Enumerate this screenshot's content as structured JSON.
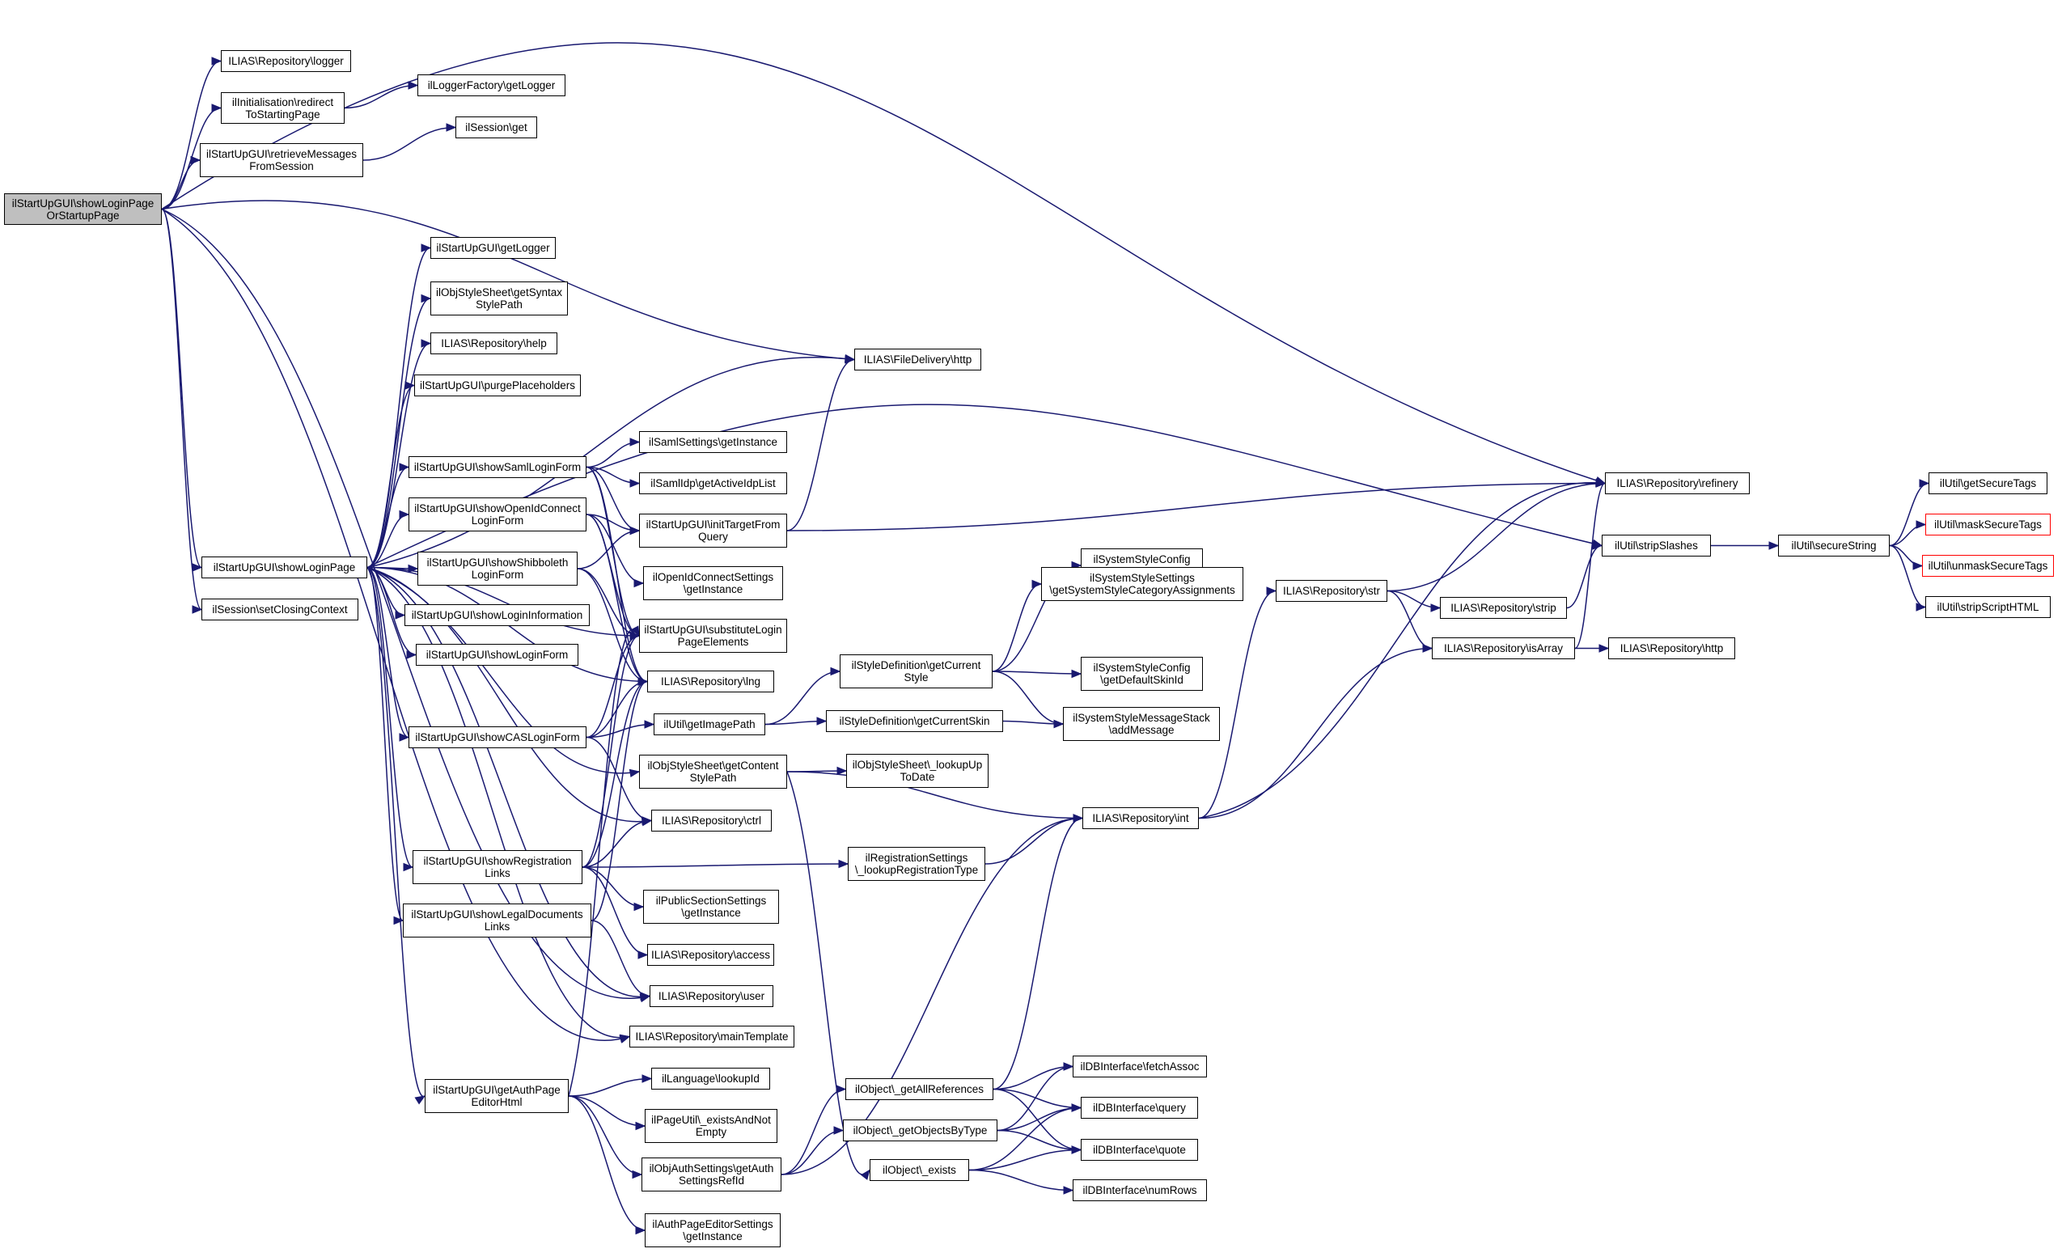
{
  "graph": {
    "kind": "call-graph",
    "colors": {
      "edge": "#191970",
      "root_fill": "#bfbfbf",
      "node_border": "#000000",
      "truncated_border": "#ff0000"
    },
    "nodes": [
      {
        "id": "root",
        "label": "ilStartUpGUI\\showLoginPage\nOrStartupPage",
        "role": "root"
      },
      {
        "id": "repoLogger",
        "label": "ILIAS\\Repository\\logger"
      },
      {
        "id": "redirect",
        "label": "ilInitialisation\\redirect\nToStartingPage"
      },
      {
        "id": "loggerFactory",
        "label": "ilLoggerFactory\\getLogger"
      },
      {
        "id": "retrieve",
        "label": "ilStartUpGUI\\retrieveMessages\nFromSession"
      },
      {
        "id": "sessionGet",
        "label": "ilSession\\get"
      },
      {
        "id": "getLogger",
        "label": "ilStartUpGUI\\getLogger"
      },
      {
        "id": "syntax",
        "label": "ilObjStyleSheet\\getSyntax\nStylePath"
      },
      {
        "id": "help",
        "label": "ILIAS\\Repository\\help"
      },
      {
        "id": "purge",
        "label": "ilStartUpGUI\\purgePlaceholders"
      },
      {
        "id": "fdHttp",
        "label": "ILIAS\\FileDelivery\\http"
      },
      {
        "id": "saml",
        "label": "ilStartUpGUI\\showSamlLoginForm"
      },
      {
        "id": "samlSettings",
        "label": "ilSamlSettings\\getInstance"
      },
      {
        "id": "samlIdp",
        "label": "ilSamlIdp\\getActiveIdpList"
      },
      {
        "id": "oidc",
        "label": "ilStartUpGUI\\showOpenIdConnect\nLoginForm"
      },
      {
        "id": "initTarget",
        "label": "ilStartUpGUI\\initTargetFrom\nQuery"
      },
      {
        "id": "showLogin",
        "label": "ilStartUpGUI\\showLoginPage"
      },
      {
        "id": "shib",
        "label": "ilStartUpGUI\\showShibboleth\nLoginForm"
      },
      {
        "id": "oidcSettings",
        "label": "ilOpenIdConnectSettings\n\\getInstance"
      },
      {
        "id": "closing",
        "label": "ilSession\\setClosingContext"
      },
      {
        "id": "loginInfo",
        "label": "ilStartUpGUI\\showLoginInformation"
      },
      {
        "id": "subst",
        "label": "ilStartUpGUI\\substituteLogin\nPageElements"
      },
      {
        "id": "loginForm",
        "label": "ilStartUpGUI\\showLoginForm"
      },
      {
        "id": "lng",
        "label": "ILIAS\\Repository\\lng"
      },
      {
        "id": "cas",
        "label": "ilStartUpGUI\\showCASLoginForm"
      },
      {
        "id": "imagePath",
        "label": "ilUtil\\getImagePath"
      },
      {
        "id": "contentStyle",
        "label": "ilObjStyleSheet\\getContent\nStylePath"
      },
      {
        "id": "ctrl",
        "label": "ILIAS\\Repository\\ctrl"
      },
      {
        "id": "reg",
        "label": "ilStartUpGUI\\showRegistration\nLinks"
      },
      {
        "id": "legal",
        "label": "ilStartUpGUI\\showLegalDocuments\nLinks"
      },
      {
        "id": "publicSection",
        "label": "ilPublicSectionSettings\n\\getInstance"
      },
      {
        "id": "access",
        "label": "ILIAS\\Repository\\access"
      },
      {
        "id": "user",
        "label": "ILIAS\\Repository\\user"
      },
      {
        "id": "mainTpl",
        "label": "ILIAS\\Repository\\mainTemplate"
      },
      {
        "id": "authEditor",
        "label": "ilStartUpGUI\\getAuthPage\nEditorHtml"
      },
      {
        "id": "lookupId",
        "label": "ilLanguage\\lookupId"
      },
      {
        "id": "pageExists",
        "label": "ilPageUtil\\_existsAndNot\nEmpty"
      },
      {
        "id": "authRefId",
        "label": "ilObjAuthSettings\\getAuth\nSettingsRefId"
      },
      {
        "id": "authEditorSettings",
        "label": "ilAuthPageEditorSettings\n\\getInstance"
      },
      {
        "id": "currentStyle",
        "label": "ilStyleDefinition\\getCurrent\nStyle"
      },
      {
        "id": "currentSkin",
        "label": "ilStyleDefinition\\getCurrentSkin"
      },
      {
        "id": "lookupUp",
        "label": "ilObjStyleSheet\\_lookupUp\nToDate"
      },
      {
        "id": "regType",
        "label": "ilRegistrationSettings\n\\_lookupRegistrationType"
      },
      {
        "id": "allRefs",
        "label": "ilObject\\_getAllReferences"
      },
      {
        "id": "byType",
        "label": "ilObject\\_getObjectsByType"
      },
      {
        "id": "objExists",
        "label": "ilObject\\_exists"
      },
      {
        "id": "defStyleId",
        "label": "ilSystemStyleConfig\n\\getDefaultStyleId"
      },
      {
        "id": "catAssign",
        "label": "ilSystemStyleSettings\n\\getSystemStyleCategoryAssignments"
      },
      {
        "id": "defSkinId",
        "label": "ilSystemStyleConfig\n\\getDefaultSkinId"
      },
      {
        "id": "addMessage",
        "label": "ilSystemStyleMessageStack\n\\addMessage"
      },
      {
        "id": "repoInt",
        "label": "ILIAS\\Repository\\int"
      },
      {
        "id": "fetchAssoc",
        "label": "ilDBInterface\\fetchAssoc"
      },
      {
        "id": "query",
        "label": "ilDBInterface\\query"
      },
      {
        "id": "quote",
        "label": "ilDBInterface\\quote"
      },
      {
        "id": "numRows",
        "label": "ilDBInterface\\numRows"
      },
      {
        "id": "repoStr",
        "label": "ILIAS\\Repository\\str"
      },
      {
        "id": "repoStrip",
        "label": "ILIAS\\Repository\\strip"
      },
      {
        "id": "repoIsArray",
        "label": "ILIAS\\Repository\\isArray"
      },
      {
        "id": "repoHttp",
        "label": "ILIAS\\Repository\\http"
      },
      {
        "id": "refinery",
        "label": "ILIAS\\Repository\\refinery"
      },
      {
        "id": "stripSlashes",
        "label": "ilUtil\\stripSlashes"
      },
      {
        "id": "secureString",
        "label": "ilUtil\\secureString"
      },
      {
        "id": "getSecureTags",
        "label": "ilUtil\\getSecureTags"
      },
      {
        "id": "maskTags",
        "label": "ilUtil\\maskSecureTags",
        "role": "truncated"
      },
      {
        "id": "unmaskTags",
        "label": "ilUtil\\unmaskSecureTags",
        "role": "truncated"
      },
      {
        "id": "stripScript",
        "label": "ilUtil\\stripScriptHTML"
      }
    ],
    "edges": [
      [
        "root",
        "repoLogger"
      ],
      [
        "root",
        "redirect"
      ],
      [
        "root",
        "retrieve"
      ],
      [
        "root",
        "showLogin"
      ],
      [
        "root",
        "closing"
      ],
      [
        "root",
        "refinery"
      ],
      [
        "root",
        "fdHttp"
      ],
      [
        "root",
        "user"
      ],
      [
        "root",
        "mainTpl"
      ],
      [
        "redirect",
        "loggerFactory"
      ],
      [
        "retrieve",
        "sessionGet"
      ],
      [
        "showLogin",
        "getLogger"
      ],
      [
        "showLogin",
        "syntax"
      ],
      [
        "showLogin",
        "help"
      ],
      [
        "showLogin",
        "purge"
      ],
      [
        "showLogin",
        "fdHttp"
      ],
      [
        "showLogin",
        "saml"
      ],
      [
        "showLogin",
        "oidc"
      ],
      [
        "showLogin",
        "shib"
      ],
      [
        "showLogin",
        "loginInfo"
      ],
      [
        "showLogin",
        "loginForm"
      ],
      [
        "showLogin",
        "cas"
      ],
      [
        "showLogin",
        "reg"
      ],
      [
        "showLogin",
        "legal"
      ],
      [
        "showLogin",
        "authEditor"
      ],
      [
        "showLogin",
        "lng"
      ],
      [
        "showLogin",
        "contentStyle"
      ],
      [
        "showLogin",
        "ctrl"
      ],
      [
        "showLogin",
        "user"
      ],
      [
        "showLogin",
        "mainTpl"
      ],
      [
        "showLogin",
        "subst"
      ],
      [
        "showLogin",
        "stripSlashes"
      ],
      [
        "saml",
        "samlSettings"
      ],
      [
        "saml",
        "samlIdp"
      ],
      [
        "saml",
        "initTarget"
      ],
      [
        "saml",
        "subst"
      ],
      [
        "saml",
        "lng"
      ],
      [
        "oidc",
        "initTarget"
      ],
      [
        "oidc",
        "oidcSettings"
      ],
      [
        "oidc",
        "subst"
      ],
      [
        "oidc",
        "lng"
      ],
      [
        "shib",
        "initTarget"
      ],
      [
        "shib",
        "subst"
      ],
      [
        "shib",
        "lng"
      ],
      [
        "cas",
        "subst"
      ],
      [
        "cas",
        "lng"
      ],
      [
        "cas",
        "imagePath"
      ],
      [
        "cas",
        "ctrl"
      ],
      [
        "reg",
        "subst"
      ],
      [
        "reg",
        "lng"
      ],
      [
        "reg",
        "ctrl"
      ],
      [
        "reg",
        "regType"
      ],
      [
        "reg",
        "publicSection"
      ],
      [
        "reg",
        "access"
      ],
      [
        "legal",
        "lng"
      ],
      [
        "legal",
        "user"
      ],
      [
        "authEditor",
        "lookupId"
      ],
      [
        "authEditor",
        "pageExists"
      ],
      [
        "authEditor",
        "authRefId"
      ],
      [
        "authEditor",
        "authEditorSettings"
      ],
      [
        "authEditor",
        "subst"
      ],
      [
        "initTarget",
        "fdHttp"
      ],
      [
        "initTarget",
        "refinery"
      ],
      [
        "imagePath",
        "currentStyle"
      ],
      [
        "imagePath",
        "currentSkin"
      ],
      [
        "currentStyle",
        "defStyleId"
      ],
      [
        "currentStyle",
        "catAssign"
      ],
      [
        "currentStyle",
        "defSkinId"
      ],
      [
        "currentStyle",
        "addMessage"
      ],
      [
        "currentSkin",
        "addMessage"
      ],
      [
        "contentStyle",
        "lookupUp"
      ],
      [
        "contentStyle",
        "repoInt"
      ],
      [
        "contentStyle",
        "objExists"
      ],
      [
        "regType",
        "repoInt"
      ],
      [
        "authRefId",
        "allRefs"
      ],
      [
        "authRefId",
        "byType"
      ],
      [
        "authRefId",
        "repoInt"
      ],
      [
        "allRefs",
        "fetchAssoc"
      ],
      [
        "allRefs",
        "query"
      ],
      [
        "allRefs",
        "quote"
      ],
      [
        "allRefs",
        "repoInt"
      ],
      [
        "byType",
        "fetchAssoc"
      ],
      [
        "byType",
        "query"
      ],
      [
        "byType",
        "quote"
      ],
      [
        "objExists",
        "query"
      ],
      [
        "objExists",
        "quote"
      ],
      [
        "objExists",
        "numRows"
      ],
      [
        "repoInt",
        "repoStr"
      ],
      [
        "repoInt",
        "repoIsArray"
      ],
      [
        "repoInt",
        "refinery"
      ],
      [
        "repoStr",
        "repoStrip"
      ],
      [
        "repoStr",
        "repoIsArray"
      ],
      [
        "repoStr",
        "refinery"
      ],
      [
        "repoStrip",
        "stripSlashes"
      ],
      [
        "repoIsArray",
        "repoHttp"
      ],
      [
        "repoIsArray",
        "refinery"
      ],
      [
        "stripSlashes",
        "secureString"
      ],
      [
        "secureString",
        "getSecureTags"
      ],
      [
        "secureString",
        "maskTags"
      ],
      [
        "secureString",
        "unmaskTags"
      ],
      [
        "secureString",
        "stripScript"
      ]
    ]
  }
}
